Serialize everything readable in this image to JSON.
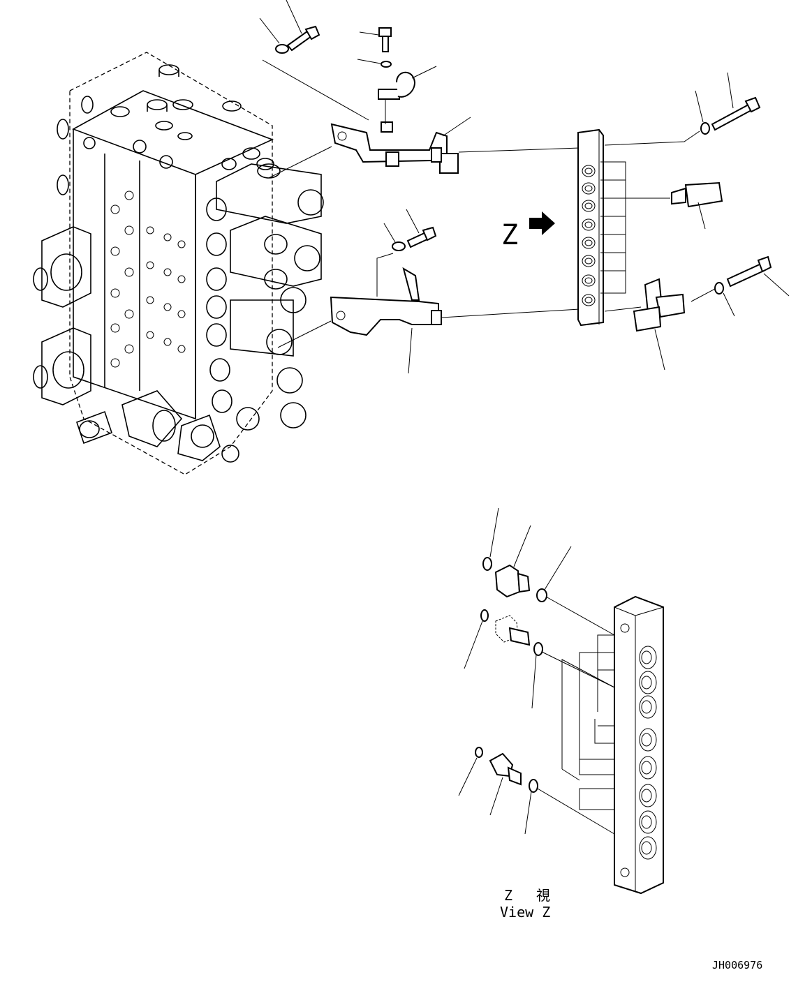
{
  "view_marker": "Z",
  "view_caption": {
    "line1_left": "Z",
    "line1_right": "視",
    "line2": "View Z"
  },
  "drawing_code": "JH006976"
}
